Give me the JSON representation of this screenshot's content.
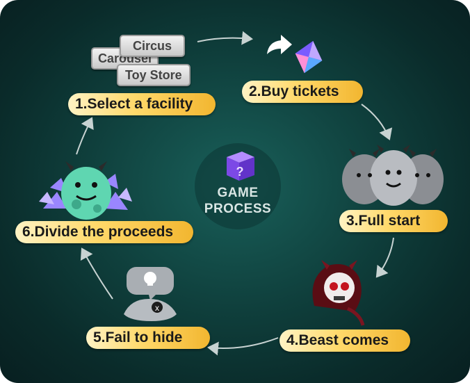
{
  "center": {
    "line1": "GAME",
    "line2": "PROCESS"
  },
  "steps": [
    {
      "label": "1.Select a facility"
    },
    {
      "label": "2.Buy tickets"
    },
    {
      "label": "3.Full start"
    },
    {
      "label": "4.Beast comes"
    },
    {
      "label": "5.Fail to hide"
    },
    {
      "label": "6.Divide the proceeds"
    }
  ],
  "facilities": [
    "Circus",
    "Carousel",
    "Toy Store"
  ],
  "colors": {
    "background": "#0f3f3c",
    "step_badge": "#ffd96b",
    "arrow": "#c8d3d2",
    "gem": "#8a6cff"
  },
  "icons": [
    "mystery-box-icon",
    "share-arrow-icon",
    "crystal-gem-icon",
    "gray-monster-group-icon",
    "skull-beast-icon",
    "dead-ghost-icon",
    "green-monster-with-crystals-icon"
  ]
}
